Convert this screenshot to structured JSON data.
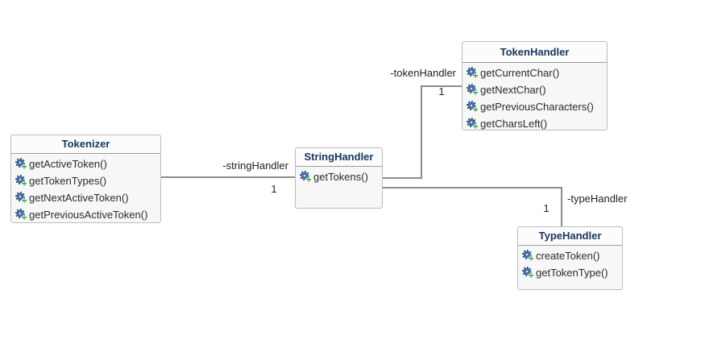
{
  "diagram": {
    "type": "uml-class-diagram",
    "classes": {
      "tokenizer": {
        "title": "Tokenizer",
        "methods": [
          "getActiveToken()",
          "getTokenTypes()",
          "getNextActiveToken()",
          "getPreviousActiveToken()"
        ]
      },
      "stringHandler": {
        "title": "StringHandler",
        "methods": [
          "getTokens()"
        ]
      },
      "tokenHandler": {
        "title": "TokenHandler",
        "methods": [
          "getCurrentChar()",
          "getNextChar()",
          "getPreviousCharacters()",
          "getCharsLeft()"
        ]
      },
      "typeHandler": {
        "title": "TypeHandler",
        "methods": [
          "createToken()",
          "getTokenType()"
        ]
      }
    },
    "associations": [
      {
        "from": "Tokenizer",
        "to": "StringHandler",
        "label": "-stringHandler",
        "multiplicity": "1"
      },
      {
        "from": "StringHandler",
        "to": "TokenHandler",
        "label": "-tokenHandler",
        "multiplicity": "1"
      },
      {
        "from": "StringHandler",
        "to": "TypeHandler",
        "label": "-typeHandler",
        "multiplicity": "1"
      }
    ],
    "icons": {
      "method": "gear-plus-icon"
    },
    "colors": {
      "title_text": "#17365d",
      "box_border": "#bcbcbc",
      "box_fill": "#f7f7f7",
      "title_fill": "#fcfcfc",
      "separator": "#9e9e9e",
      "connector": "#8c8c8c",
      "method_text": "#2b2b2b",
      "label_text": "#1f1f1f",
      "gear_blue": "#4a7ab5",
      "gear_outline": "#274d7c",
      "plus_green": "#2f9e44"
    }
  }
}
